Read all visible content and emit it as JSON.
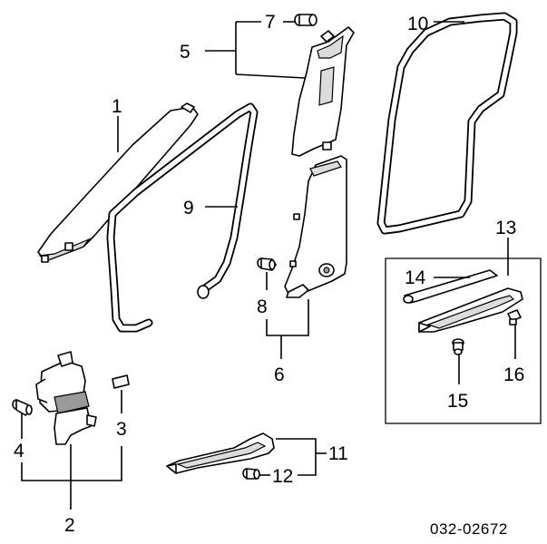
{
  "diagram": {
    "callouts": {
      "c1": "1",
      "c2": "2",
      "c3": "3",
      "c4": "4",
      "c5": "5",
      "c6": "6",
      "c7": "7",
      "c8": "8",
      "c9": "9",
      "c10": "10",
      "c11": "11",
      "c12": "12",
      "c13": "13",
      "c14": "14",
      "c15": "15",
      "c16": "16"
    },
    "reference_code": "032-02672"
  }
}
